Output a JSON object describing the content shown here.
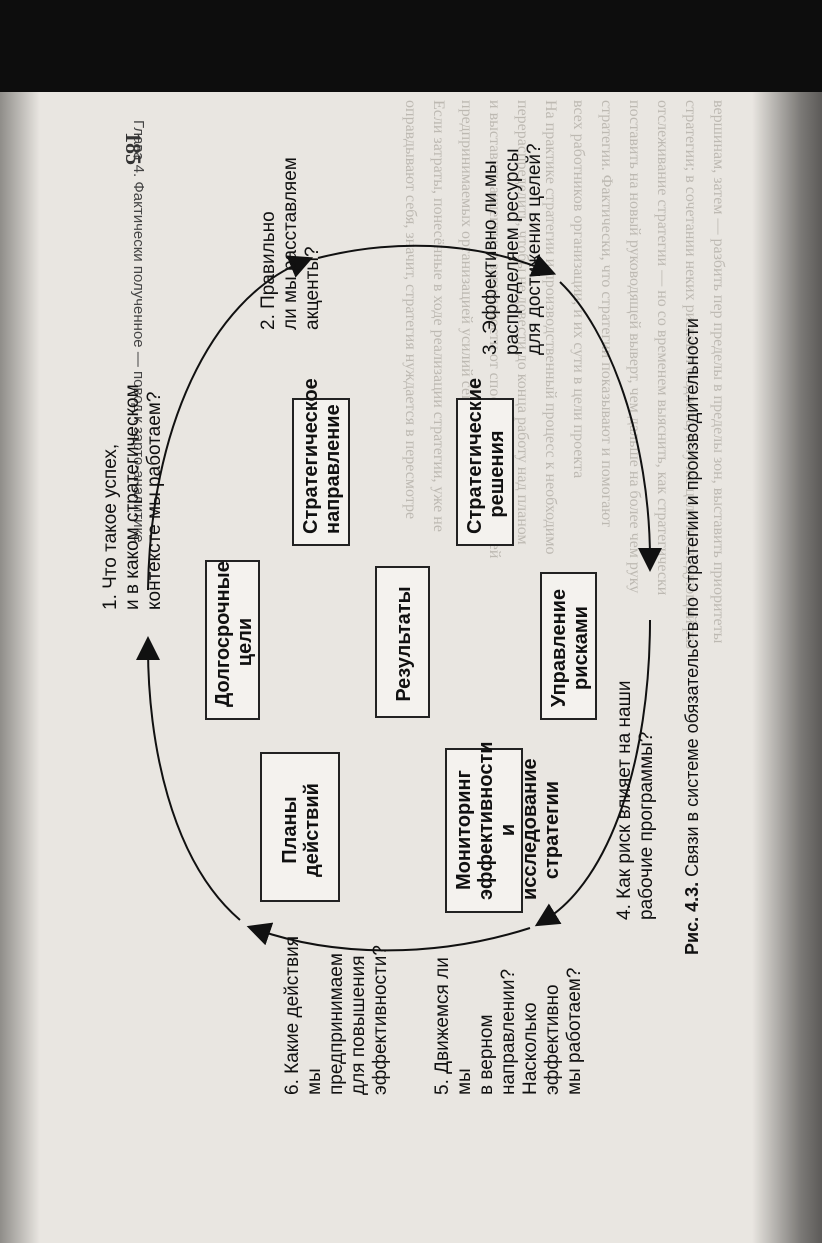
{
  "header": {
    "page_number": "185",
    "running_title": "Глава 4. Фактически полученное — повод к зарто-аналитике"
  },
  "diagram": {
    "center": "Результаты",
    "boxes": {
      "long_term_goals": "Долгосрочные цели",
      "strategic_direction": "Стратегическое направление",
      "strategic_decisions": "Стратегические решения",
      "risk_management": "Управление рисками",
      "monitoring": "Мониторинг эффективности и исследование стратегии",
      "action_plans": "Планы действий"
    },
    "questions": {
      "q1": "1. Что такое успех,\nи в каком стратегическом\nконтексте мы работаем?",
      "q2": "2. Правильно\nли мы расставляем\nакценты?",
      "q3": "3. Эффективно ли мы\nраспределяем ресурсы\nдля достижения целей?",
      "q4": "4. Как риск влияет на наши\nрабочие программы?",
      "q5": "5. Движемся ли мы\nв верном\nнаправлении?\nНасколько\nэффективно\nмы работаем?",
      "q6": "6. Какие действия\nмы предпринимаем\nдля повышения\nэффективности?"
    }
  },
  "caption": {
    "label": "Рис. 4.3.",
    "text": "Связи в системе обязательств по стратегии и производительности"
  },
  "background_text": [
    "вершинам, затем — разбить пер пределы в пределы зон, выставить приоритеты",
    "стратегии; в сочетании неких рисков и бюджета, и ту же цели на следующий раз",
    "отслеживание стратегии — но со временем выяснить, как стратегически",
    "поставить на новый руководящей выверт, чем дальше на более чем руку",
    "стратегии. Фактически, что стратегии показывают и помогают",
    "всех работников организации, и их сути в цели проекта",
    "На практике стратегии и производственный процесс к необходимо",
    "перераспределить, чтобы не довести до конца работу над планом",
    "и выставить акценты; в зависимости от способности исполнителей",
    "предпринимаемых организацией усилий сегодня и завтра",
    "Если затраты, понесённые в ходе реализации стратегии, уже не",
    "оправдывают себя, значит, стратегия нуждается в пересмотре"
  ]
}
